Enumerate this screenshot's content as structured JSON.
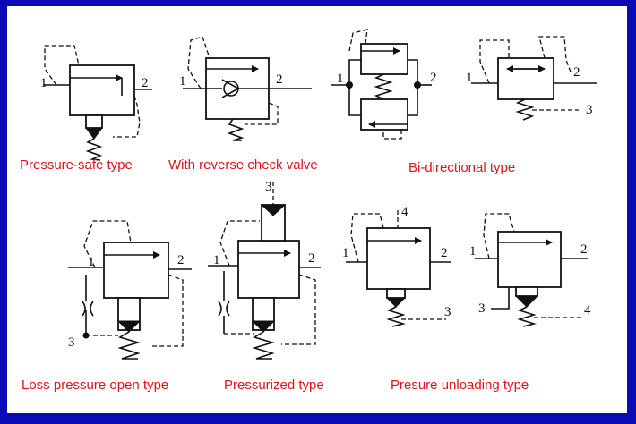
{
  "captions": {
    "c1": "Pressure-safe type",
    "c2": "With reverse check valve",
    "c3": "Bi-directional type",
    "c4": "Loss pressure open type",
    "c5": "Pressurized type",
    "c6": "Presure unloading type"
  },
  "ports": {
    "p1": "1",
    "p2": "2",
    "p3": "3",
    "p4": "4"
  },
  "colors": {
    "border": "#0b0bb5",
    "caption": "#e0131b",
    "line": "#111111"
  }
}
